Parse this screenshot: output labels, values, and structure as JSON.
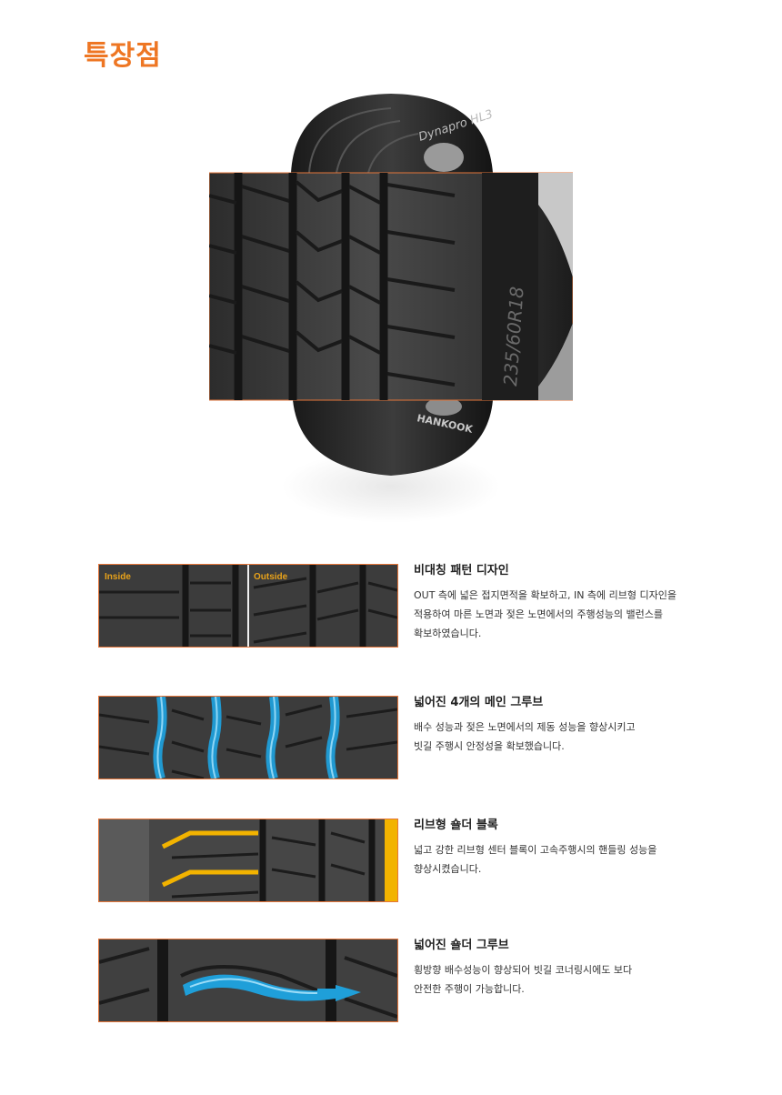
{
  "page": {
    "title": "특장점"
  },
  "hero": {
    "sidewall_text": "Dynapro HL3",
    "size_text": "235/60R18",
    "brand_text": "HANKOOK"
  },
  "features": [
    {
      "title": "비대칭 패턴 디자인",
      "lines": [
        "OUT 측에 넓은 접지면적을 확보하고, IN 측에 리브형 디자인을",
        "적용하여 마른 노면과 젖은 노면에서의 주행성능의 밸런스를",
        "확보하였습니다."
      ],
      "tags": [
        "Inside",
        "Outside"
      ]
    },
    {
      "title": "넓어진 4개의 메인 그루브",
      "lines": [
        "배수 성능과 젖은 노면에서의 제동 성능을 향상시키고",
        "빗길 주행시 안정성을 확보했습니다."
      ]
    },
    {
      "title": "리브형 숄더 블록",
      "lines": [
        "넓고 강한 리브형 센터 블록이 고속주행시의 핸들링 성능을",
        "향상시켰습니다."
      ]
    },
    {
      "title": "넓어진 숄더 그루브",
      "lines": [
        "횡방향 배수성능이 향상되어 빗길 코너링시에도 보다",
        "안전한 주행이 가능합니다."
      ]
    }
  ],
  "colors": {
    "accent": "#ee7623",
    "thumb_border": "#e5763a",
    "water": "#1f9fd9",
    "highlight": "#f2b300",
    "tag": "#e8a21a"
  }
}
